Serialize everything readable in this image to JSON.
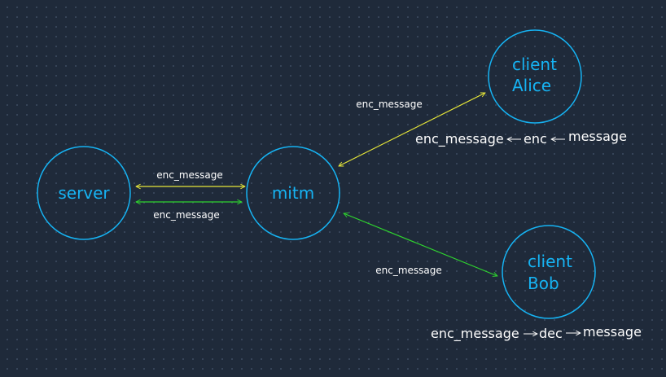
{
  "colors": {
    "background": "#1f2a3a",
    "node_stroke": "#16b3f3",
    "node_text": "#16b3f3",
    "edge_yellow": "#e6e639",
    "edge_green": "#2fd42f",
    "text": "#ffffff"
  },
  "nodes": {
    "server": {
      "label": "server"
    },
    "mitm": {
      "label": "mitm"
    },
    "alice": {
      "line1": "client",
      "line2": "Alice"
    },
    "bob": {
      "line1": "client",
      "line2": "Bob"
    }
  },
  "edges": {
    "server_mitm_top": "enc_message",
    "server_mitm_bottom": "enc_message",
    "mitm_alice": "enc_message",
    "mitm_bob": "enc_message"
  },
  "alice_flow": {
    "part1": "enc_message",
    "part2": "enc",
    "part3": "message"
  },
  "bob_flow": {
    "part1": "enc_message",
    "part2": "dec",
    "part3": "message"
  }
}
